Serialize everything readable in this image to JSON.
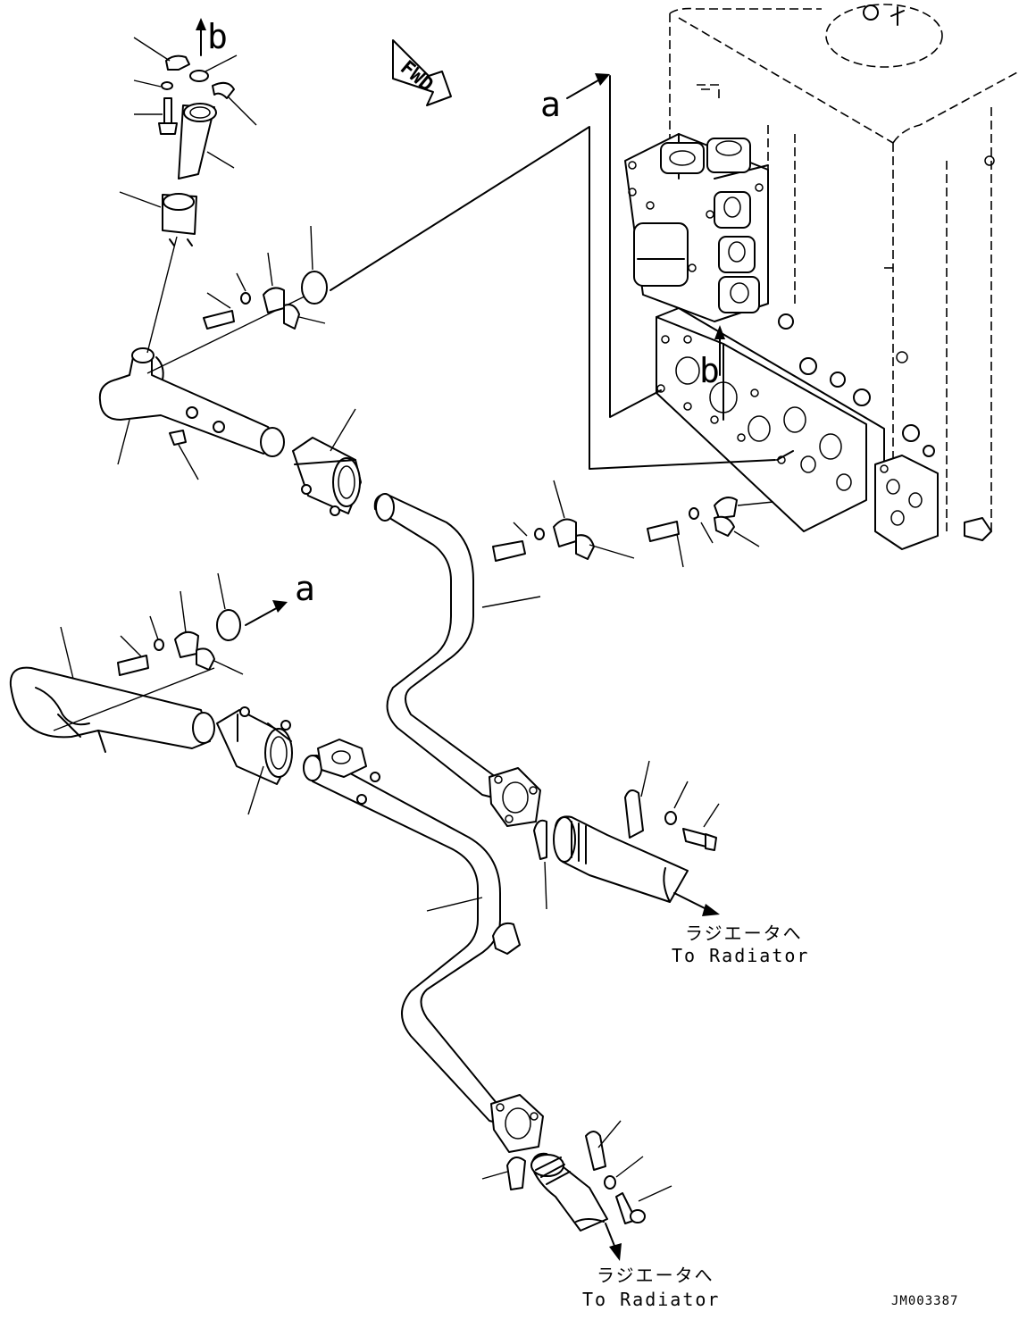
{
  "diagram": {
    "callouts": {
      "a": "a",
      "b": "b"
    },
    "fwd_label": "FWD",
    "radiator_upper": {
      "jp": "ラジエータへ",
      "en": "To Radiator"
    },
    "radiator_lower": {
      "jp": "ラジエータへ",
      "en": "To Radiator"
    },
    "drawing_number": "JM003387"
  }
}
